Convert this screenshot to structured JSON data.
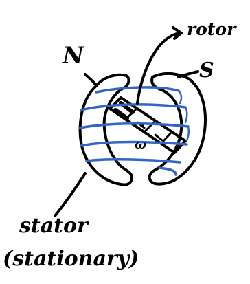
{
  "figure": {
    "labels": {
      "north_pole": "N",
      "south_pole": "S",
      "rotor": "rotor",
      "angular_velocity": "ω",
      "stator": "stator",
      "stator_note": "(stationary)"
    },
    "colors": {
      "ink": "#000000",
      "coil": "#3366c4",
      "background": "#ffffff"
    }
  }
}
